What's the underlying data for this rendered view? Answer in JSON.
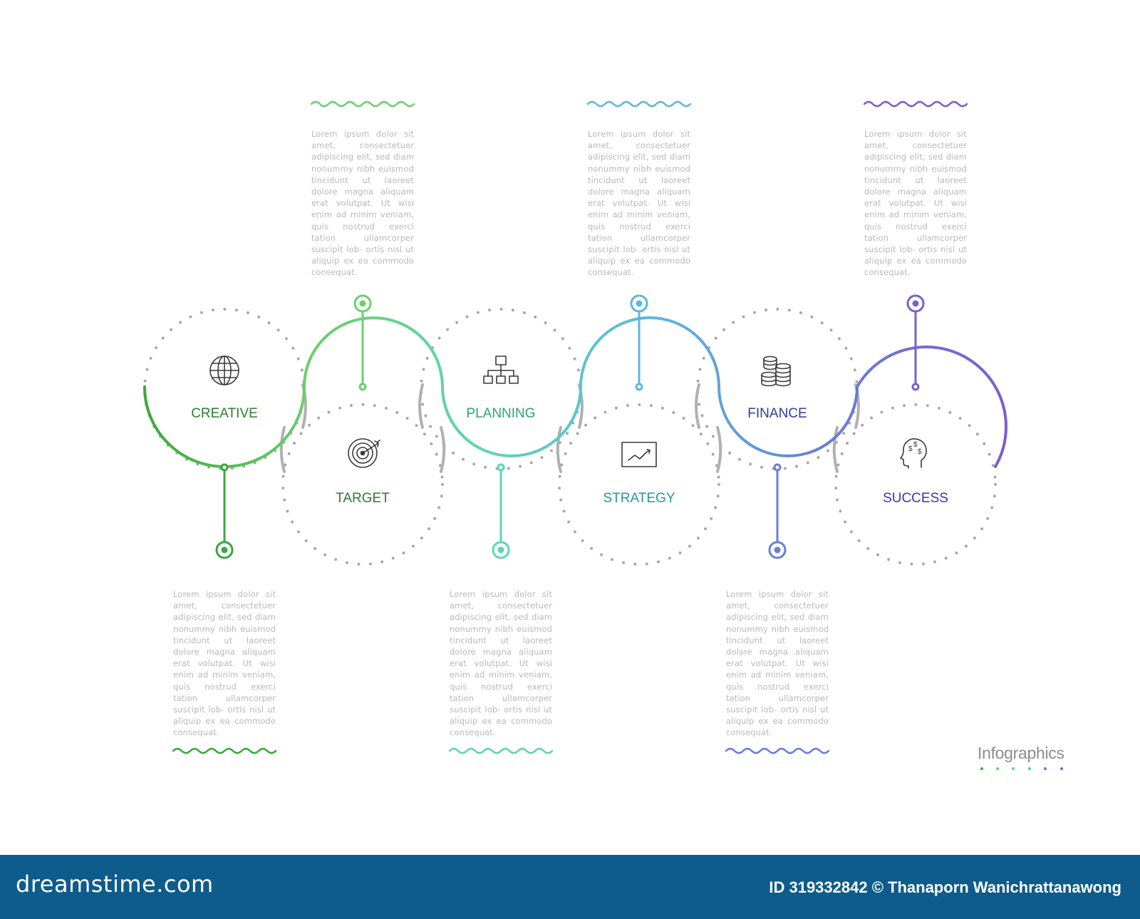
{
  "steps": [
    {
      "label": "CREATIVE",
      "icon": "globe-icon",
      "color": "#3aa83a"
    },
    {
      "label": "TARGET",
      "icon": "target-icon",
      "color": "#3aa83a"
    },
    {
      "label": "PLANNING",
      "icon": "org-chart-icon",
      "color": "#2fb07a"
    },
    {
      "label": "STRATEGY",
      "icon": "line-chart-icon",
      "color": "#2a9fb4"
    },
    {
      "label": "FINANCE",
      "icon": "coins-icon",
      "color": "#3848a8"
    },
    {
      "label": "SUCCESS",
      "icon": "head-dollar-icon",
      "color": "#4a3fb0"
    }
  ],
  "description": "Lorem ipsum dolor sit amet, consectetuer adipiscing elit, sed diam nonummy nibh euismod tincidunt ut laoreet dolore magna aliquam erat volutpat. Ut wisi enim ad minim veniam, quis nostrud exerci tation ullamcorper suscipit lob- ortis nisl ut aliquip ex ea commodo consequat.",
  "colors": {
    "gradient": [
      "#3aa83a",
      "#6cd06c",
      "#5cd6b0",
      "#5cb8dc",
      "#6a7ed6",
      "#7a5fd0"
    ],
    "dots": "#a8a8a8",
    "text": "#b9b9b9",
    "footer": "#0e5c8c"
  },
  "infographics_label": "Infographics",
  "footer": {
    "brand": "dreamstime.com",
    "credit": "ID 319332842 © Thanaporn Wanichrattanawong"
  }
}
